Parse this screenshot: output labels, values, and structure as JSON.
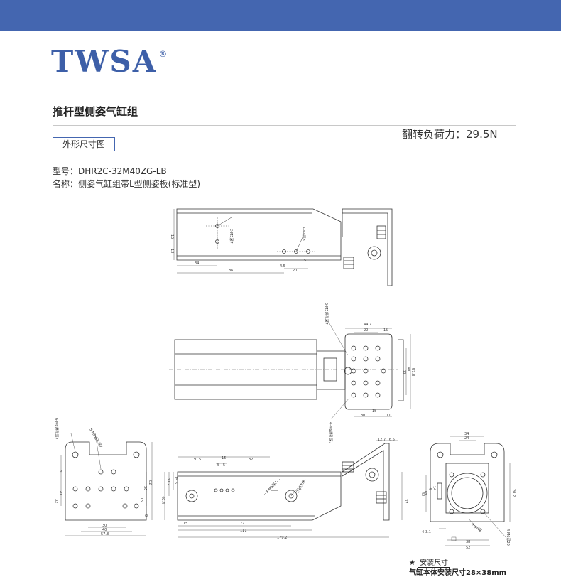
{
  "brand": {
    "logo_text": "TWSA",
    "registered": "®"
  },
  "product": {
    "title": "推杆型侧姿气缸组",
    "torque": "翻转负荷力：29.5N",
    "section": "外形尺寸图",
    "model_line": "型号：DHR2C-32M40ZG-LB",
    "name_line": "名称：侧姿气缸组带L型侧姿板(标准型)"
  },
  "dims": {
    "top_view": {
      "d15": "15",
      "d13": "13",
      "d34": "34",
      "d86": "86",
      "d45": "4.5",
      "d20": "20",
      "d5": "5",
      "note_2m": "2-M5深7",
      "note_3m": "3-M4深8"
    },
    "middle_view": {
      "d447": "44.7",
      "d20": "20",
      "d15": "15",
      "d578": "57.8",
      "d40": "40",
      "d30": "30",
      "b15": "15",
      "b30": "30",
      "b11": "11",
      "note_top": "5-M5通孔深7",
      "note_bottom": "4-M6通孔深7"
    },
    "left_view": {
      "v20a": "20",
      "v20b": "20",
      "v32": "32",
      "v30": "30",
      "v15": "15",
      "v82": "82",
      "v9": "9",
      "h30": "30",
      "h40": "40",
      "h578": "57.8",
      "note_6m": "6-M6通孔深7",
      "note_5m": "5-M5通孔深7"
    },
    "front_view": {
      "t305": "30.5",
      "t15": "15",
      "t32": "32",
      "t5a": "5",
      "t5b": "5",
      "t127": "12.7",
      "t65": "6.5",
      "l155": "15.5",
      "l302": "30.2",
      "l404": "40.4",
      "b15": "15",
      "b77": "77",
      "b111": "111",
      "b1792": "179.2",
      "r37": "37",
      "note_3m": "3-M5深7",
      "note_2p": "2-φ11深"
    },
    "right_view": {
      "t34": "34",
      "t24": "24",
      "r4": "4",
      "r14": "14",
      "r18": "18",
      "r42": "42",
      "r202": "20.2",
      "b431": "4-3.1",
      "b38": "38",
      "b52": "52",
      "note_m6": "4-M6深20",
      "note_r": "4-φ5深"
    }
  },
  "notes": {
    "star": "★",
    "install": "安装尺寸",
    "cylinder": "气缸本体安装尺寸28×38mm"
  }
}
